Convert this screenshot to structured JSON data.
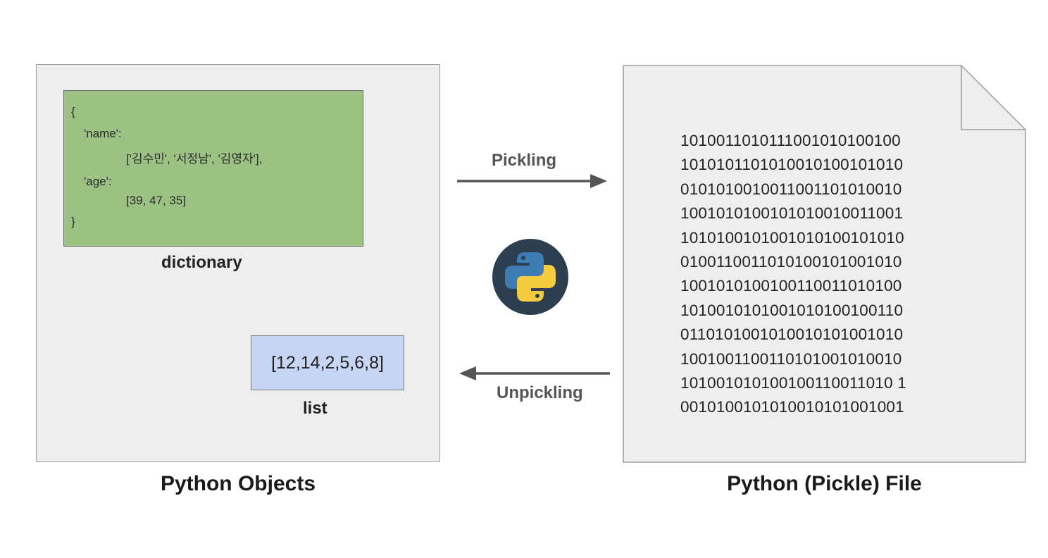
{
  "python_objects": {
    "caption": "Python Objects",
    "dictionary": {
      "caption": "dictionary",
      "lines": [
        "{",
        "'name':",
        "['김수민', '서정남', '김영자'],",
        "'age':",
        "[39, 47, 35]",
        "}"
      ]
    },
    "list": {
      "caption": "list",
      "value": "[12,14,2,5,6,8]"
    }
  },
  "pickle_file": {
    "caption": "Python (Pickle) File",
    "binary_lines": [
      "1010011010111001010100100",
      "1010101101010010100101010",
      "0101010010011001101010010",
      "1001010100101010010011001",
      "1010100101001010100101010",
      "0100110011010100101001010",
      "1001010100100110011010100",
      "1010010101001010100100110",
      "0110101001010010101001010",
      "1001001100110101001010010",
      "101001010100100110011010 1",
      "0010100101010010101001001"
    ]
  },
  "arrows": {
    "pickling_label": "Pickling",
    "unpickling_label": "Unpickling"
  },
  "colors": {
    "panel_bg": "#eeeeee",
    "dict_bg": "#9cc283",
    "list_bg": "#c8d6f5",
    "arrow": "#555555",
    "logo_circle": "#2c3e50",
    "python_blue": "#3f7cb4",
    "python_yellow": "#f5cb3f"
  },
  "icons": {
    "center_logo": "python-logo-icon"
  }
}
